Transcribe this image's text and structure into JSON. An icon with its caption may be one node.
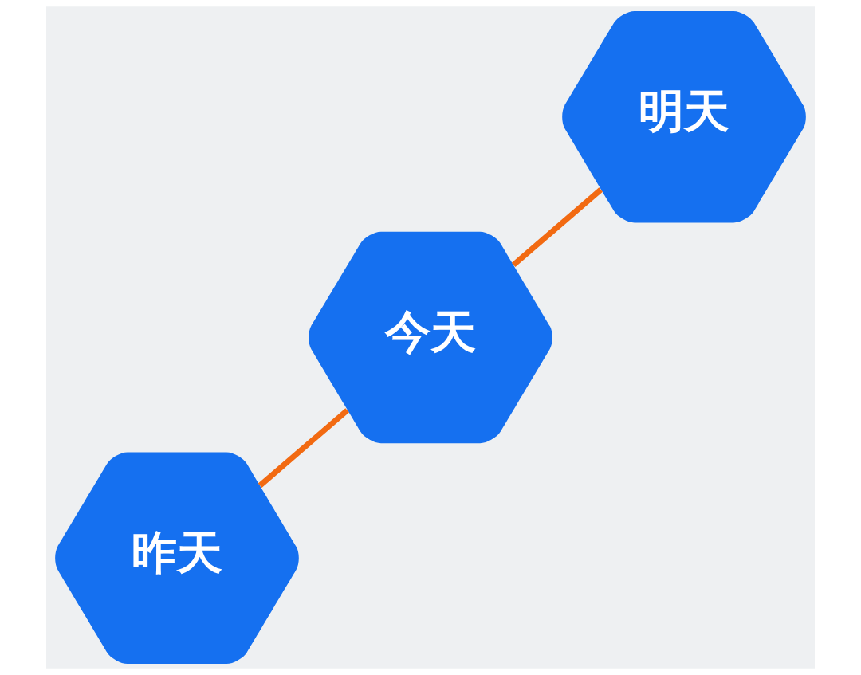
{
  "diagram": {
    "nodes": [
      {
        "text": [
          "昨天"
        ]
      },
      {
        "text": [
          "今天"
        ]
      },
      {
        "text": [
          "明天"
        ]
      }
    ],
    "edges": [
      {
        "from": 0,
        "to": 1,
        "arrow": "none"
      },
      {
        "from": 1,
        "to": 2,
        "arrow": "none"
      }
    ]
  }
}
